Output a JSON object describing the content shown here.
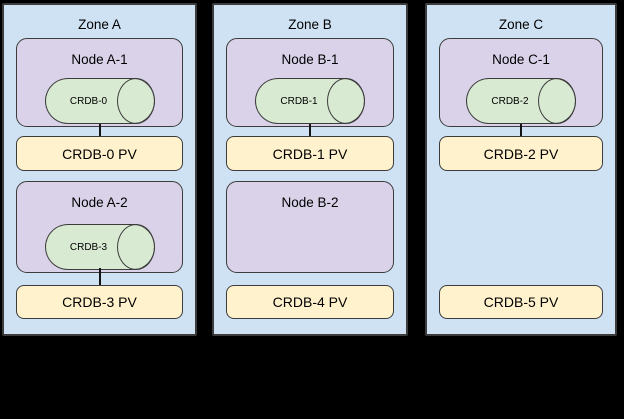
{
  "diagram": {
    "background_color": "#000000",
    "colors": {
      "zone_fill": "#cfe2f3",
      "node_fill": "#d9d2e9",
      "pod_fill": "#d9ead3",
      "pv_fill": "#fff2cc",
      "stroke": "#3c3c3c"
    },
    "zones": [
      {
        "label": "Zone A",
        "nodes": [
          {
            "label": "Node A-1",
            "pod": "CRDB-0",
            "attached_pv": "CRDB-0 PV"
          },
          {
            "label": "Node A-2",
            "pod": "CRDB-3",
            "attached_pv": "CRDB-3 PV"
          }
        ],
        "pvs": [
          {
            "label": "CRDB-0 PV"
          },
          {
            "label": "CRDB-3 PV"
          }
        ]
      },
      {
        "label": "Zone B",
        "nodes": [
          {
            "label": "Node B-1",
            "pod": "CRDB-1",
            "attached_pv": "CRDB-1 PV"
          },
          {
            "label": "Node B-2"
          }
        ],
        "pvs": [
          {
            "label": "CRDB-1 PV"
          },
          {
            "label": "CRDB-4 PV"
          }
        ]
      },
      {
        "label": "Zone C",
        "nodes": [
          {
            "label": "Node C-1",
            "pod": "CRDB-2",
            "attached_pv": "CRDB-2 PV"
          }
        ],
        "pvs": [
          {
            "label": "CRDB-2 PV"
          },
          {
            "label": "CRDB-5 PV"
          }
        ]
      }
    ]
  }
}
